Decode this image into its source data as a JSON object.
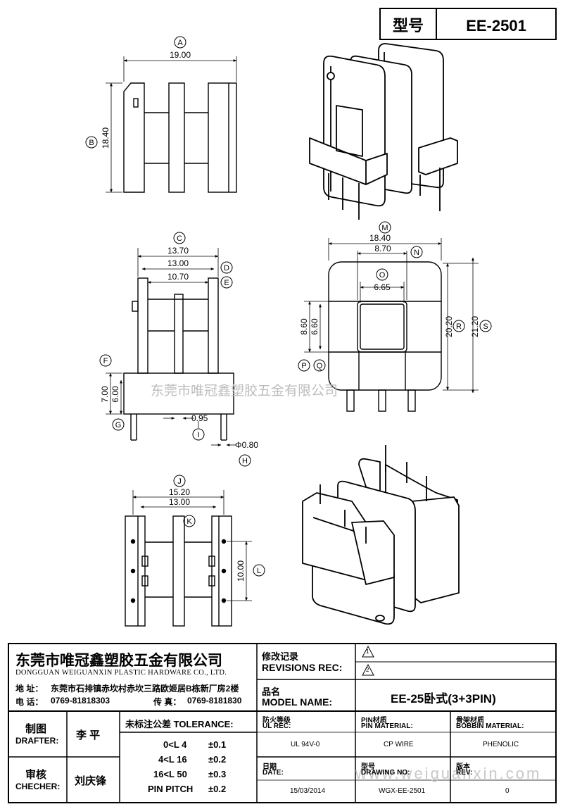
{
  "header": {
    "model_label": "型号",
    "model_value": "EE-2501"
  },
  "watermark": {
    "center": "东莞市唯冠鑫塑胶五金有限公司",
    "bottom": "www.weiguanxin.com"
  },
  "dims": {
    "A": "A",
    "A_val": "19.00",
    "B": "B",
    "B_val": "18.40",
    "C": "C",
    "C_val": "13.70",
    "D": "D",
    "D_val": "13.00",
    "E": "E",
    "E_val": "10.70",
    "F": "F",
    "F_val": "7.00",
    "G": "G",
    "G_val": "6.00",
    "I": "I",
    "I_val": "0.95",
    "H": "H",
    "H_val": "Φ0.80",
    "J": "J",
    "J_val": "15.20",
    "K": "K",
    "K_val": "13.00",
    "L": "L",
    "L_val": "10.00",
    "M": "M",
    "M_val": "18.40",
    "N": "N",
    "N_val": "8.70",
    "O": "O",
    "O_val": "6.65",
    "P": "P",
    "P_val": "8.60",
    "Q": "Q",
    "Q_val": "6.60",
    "R": "R",
    "R_val": "20.20",
    "S": "S",
    "S_val": "21.20"
  },
  "title_block": {
    "company_cn": "东莞市唯冠鑫塑胶五金有限公司",
    "company_en": "DONGGUAN WEIGUANXIN PLASTIC HARDWARE CO., LTD.",
    "address_label": "地  址：",
    "address": "东莞市石排镇赤坎村赤坎三路欧姬居B栋新厂房2楼",
    "phone_label": "电  话：",
    "phone": "0769-81818303",
    "fax_label": "传  真：",
    "fax": "0769-8181830",
    "rev_cn": "修改记录",
    "rev_en": "REVISIONS REC:",
    "rev1": "1",
    "rev2": "2",
    "model_cn": "品名",
    "model_en": "MODEL NAME:",
    "model_name": "EE-25卧式(3+3PIN)",
    "drafter_cn": "制图",
    "drafter_en": "DRAFTER:",
    "drafter_name": "李  平",
    "checker_cn": "审核",
    "checker_en": "CHECHER:",
    "checker_name": "刘庆锋",
    "tol_title": "未标注公差 TOLERANCE:",
    "tol_rows": [
      [
        "0<L  4",
        "±0.1"
      ],
      [
        "4<L  16",
        "±0.2"
      ],
      [
        "16<L  50",
        "±0.3"
      ],
      [
        "PIN PITCH",
        "±0.2"
      ]
    ],
    "ul_cn": "防火等级",
    "ul_en": "UL REC:",
    "ul_val": "UL 94V-0",
    "pin_cn": "PIN材质",
    "pin_en": "PIN MATERIAL:",
    "pin_val": "CP WIRE",
    "bob_cn": "骨架材质",
    "bob_en": "BOBBIN MATERIAL:",
    "bob_val": "PHENOLIC",
    "date_cn": "日期",
    "date_en": "DATE:",
    "date_val": "15/03/2014",
    "dwg_cn": "型号",
    "dwg_en": "DRAWING NO:",
    "dwg_val": "WGX-EE-2501",
    "ver_cn": "版本",
    "ver_en": "REV:",
    "ver_val": "0"
  }
}
